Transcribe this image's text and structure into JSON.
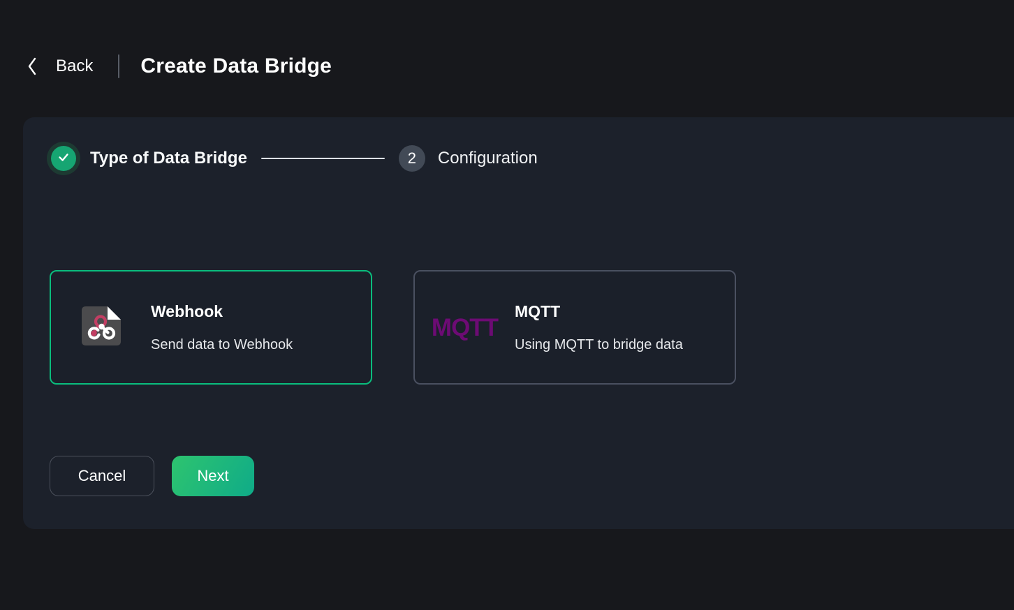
{
  "header": {
    "back_label": "Back",
    "title": "Create Data Bridge"
  },
  "stepper": {
    "steps": [
      {
        "label": "Type of Data Bridge",
        "status": "completed"
      },
      {
        "label": "Configuration",
        "number": "2",
        "status": "pending"
      }
    ]
  },
  "bridge_types": [
    {
      "name": "Webhook",
      "description": "Send data to Webhook",
      "selected": true,
      "icon": "webhook-document-icon"
    },
    {
      "name": "MQTT",
      "description": "Using MQTT to bridge data",
      "selected": false,
      "icon": "mqtt-logo",
      "logo_text": "MQTT"
    }
  ],
  "actions": {
    "cancel_label": "Cancel",
    "next_label": "Next"
  },
  "colors": {
    "page_background": "#17181c",
    "panel_background": "#1c212b",
    "selected_card_border": "#0abd7d",
    "step_done_green": "#16a572",
    "step_halo_green": "#1d3a32",
    "next_gradient_start": "#2ec46f",
    "next_gradient_end": "#0fab88",
    "mqtt_purple": "#6d0b74",
    "webhook_crimson": "#c23e63"
  }
}
